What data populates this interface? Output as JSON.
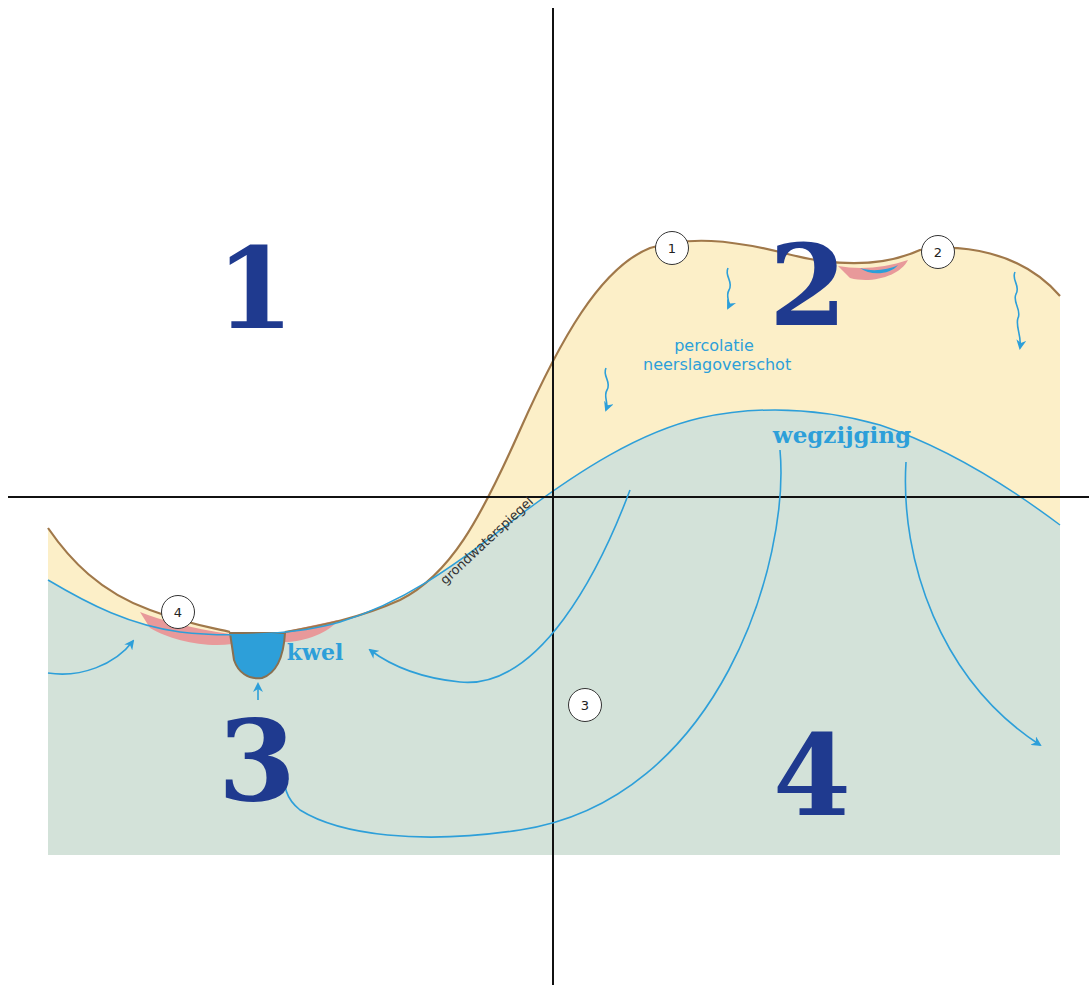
{
  "diagram": {
    "nodes": [
      {
        "text": [
          "1"
        ]
      },
      {
        "text": [
          "2"
        ]
      },
      {
        "text": [
          "4"
        ]
      },
      {
        "text": [
          "3"
        ]
      }
    ],
    "labels": [
      "1",
      "2",
      "3",
      "4",
      "percolatie neerslagoverschot",
      "wegzijging",
      "kwel",
      "grondwaterspiegel"
    ]
  }
}
